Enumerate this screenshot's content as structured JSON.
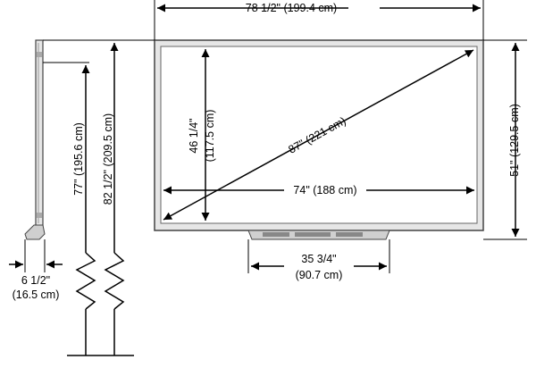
{
  "dimensions": {
    "overall_width": "78 1/2\" (199.4 cm)",
    "overall_height": "51\" (129.5 cm)",
    "diagonal": "87\" (221 cm)",
    "screen_width": "74\" (188 cm)",
    "screen_height_line1": "46 1/4\"",
    "screen_height_line2": "(117.5 cm)",
    "tray_width_line1": "35 3/4\"",
    "tray_width_line2": "(90.7 cm)",
    "depth_line1": "6 1/2\"",
    "depth_line2": "(16.5 cm)",
    "floor_to_top_screen": "77\" (195.6 cm)",
    "floor_to_top_board": "82 1/2\" (209.5 cm)"
  },
  "colors": {
    "line": "#000000",
    "frame": "#444444",
    "frame_fill": "#e6e6e6",
    "screen_fill": "#ffffff"
  }
}
